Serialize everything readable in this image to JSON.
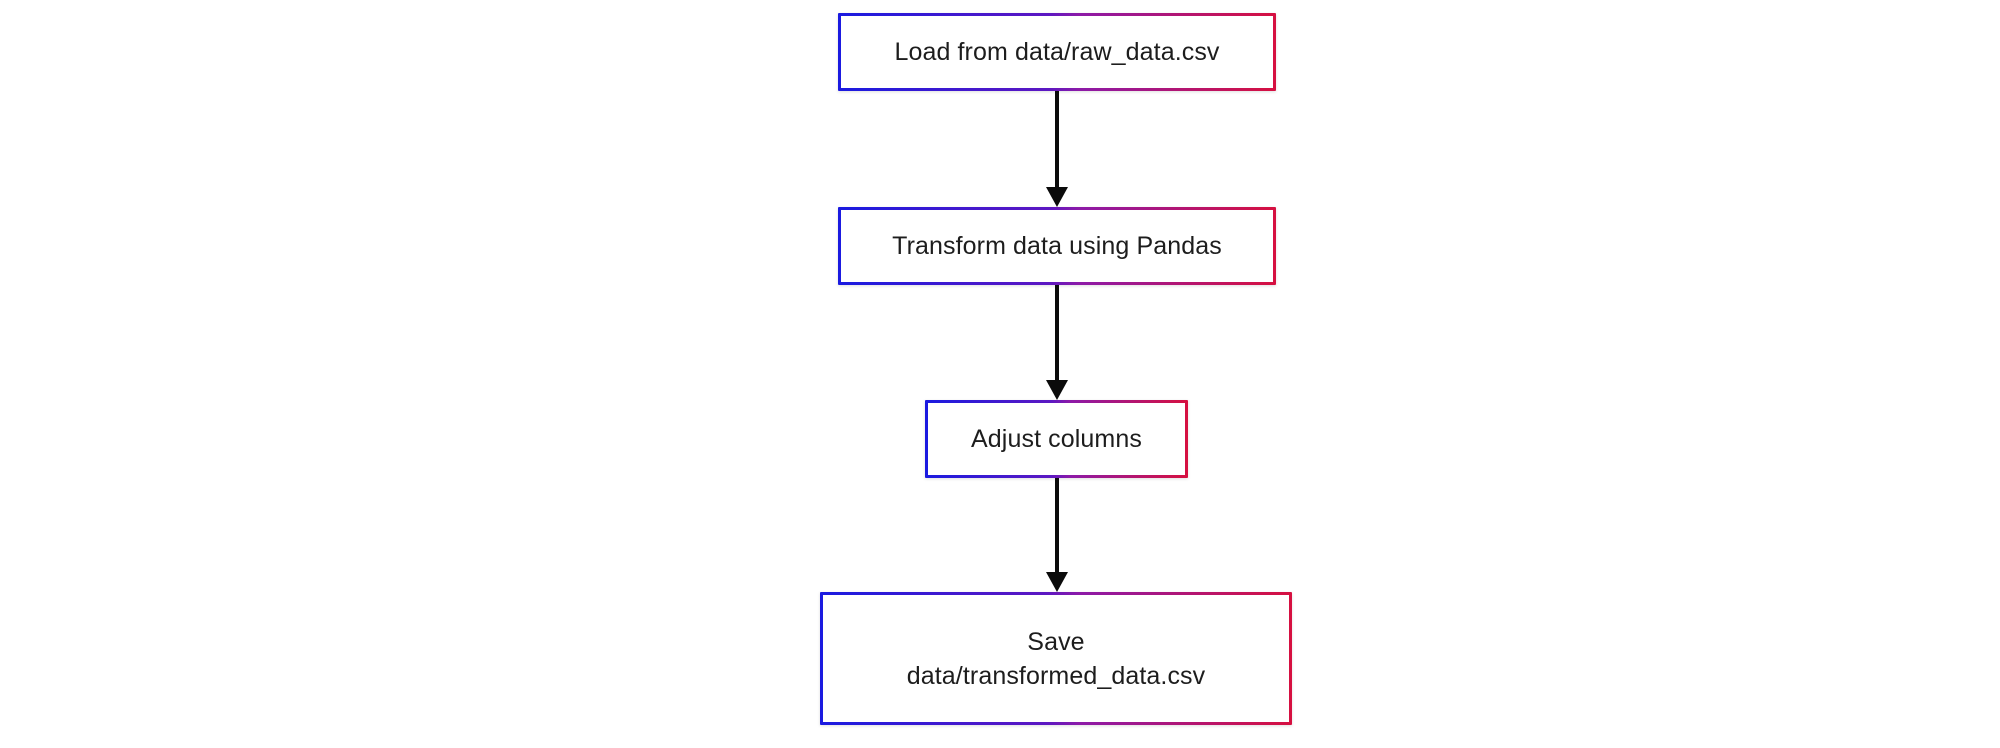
{
  "diagram": {
    "type": "flowchart",
    "orientation": "top-to-bottom",
    "background_color": "#ffffff",
    "text_color": "#1d1d1d",
    "border_gradient_start": "#1a1ae0",
    "border_gradient_mid": "#8c1aa8",
    "border_gradient_end": "#d61040",
    "arrow_color": "#0b0b0b",
    "nodes": [
      {
        "id": "load",
        "lines": [
          "Load from data/raw_data.csv"
        ]
      },
      {
        "id": "transform",
        "lines": [
          "Transform data using Pandas"
        ]
      },
      {
        "id": "adjust",
        "lines": [
          "Adjust columns"
        ]
      },
      {
        "id": "save",
        "lines": [
          "Save",
          "data/transformed_data.csv"
        ]
      }
    ],
    "edges": [
      {
        "id": "edge-1",
        "from": "load",
        "to": "transform",
        "label": ""
      },
      {
        "id": "edge-2",
        "from": "transform",
        "to": "adjust",
        "label": ""
      },
      {
        "id": "edge-3",
        "from": "adjust",
        "to": "save",
        "label": ""
      }
    ]
  }
}
